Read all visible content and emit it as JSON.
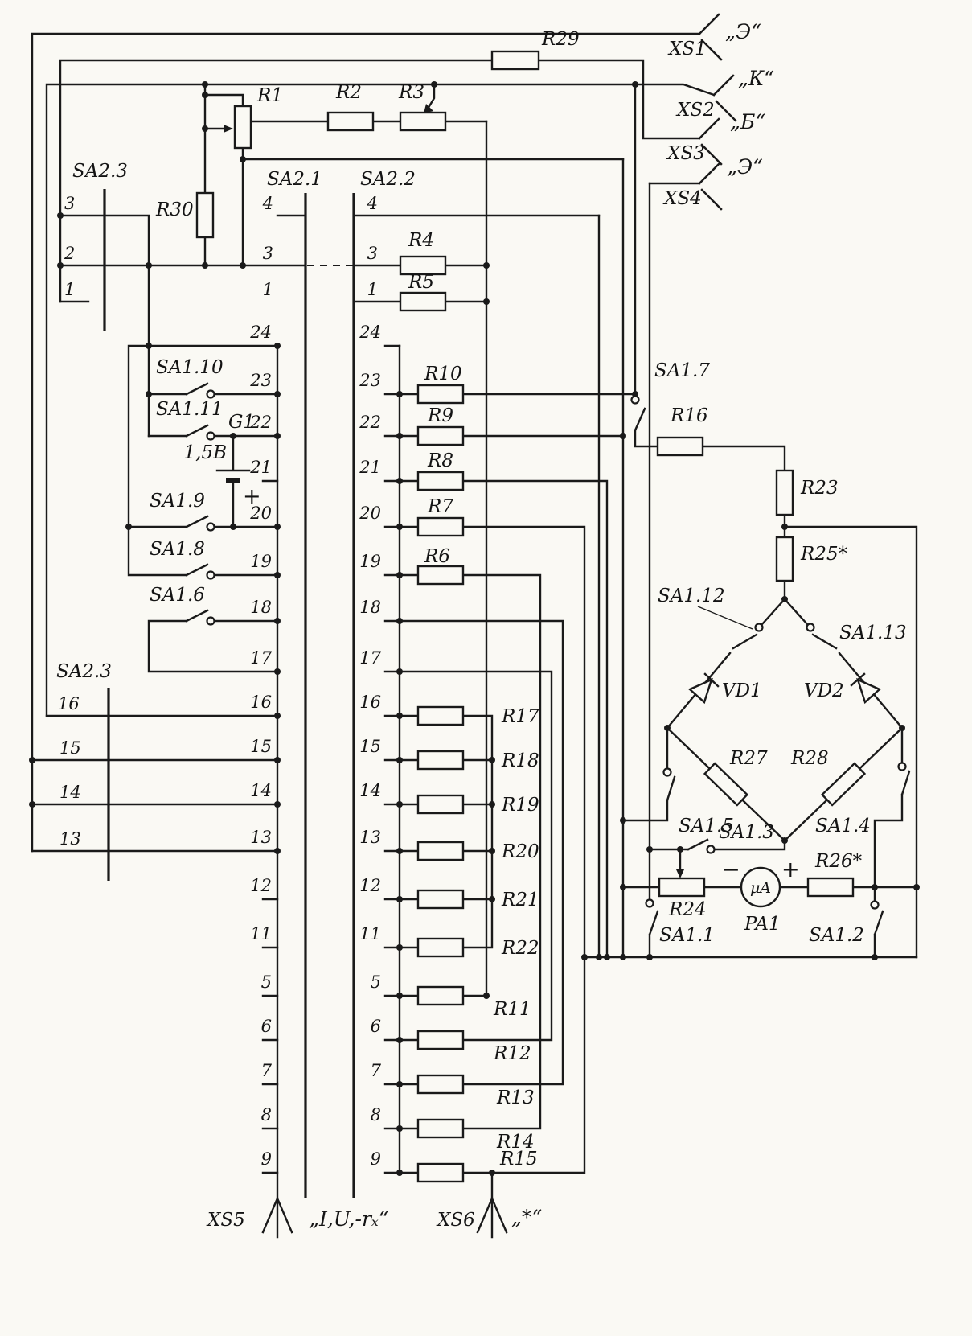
{
  "labels": {
    "r1": "R1",
    "r2": "R2",
    "r3": "R3",
    "r4": "R4",
    "r5": "R5",
    "r6": "R6",
    "r7": "R7",
    "r8": "R8",
    "r9": "R9",
    "r10": "R10",
    "r11": "R11",
    "r12": "R12",
    "r13": "R13",
    "r14": "R14",
    "r15": "R15",
    "r16": "R16",
    "r17": "R17",
    "r18": "R18",
    "r19": "R19",
    "r20": "R20",
    "r21": "R21",
    "r22": "R22",
    "r23": "R23",
    "r24": "R24",
    "r25": "R25*",
    "r26": "R26*",
    "r27": "R27",
    "r28": "R28",
    "r29": "R29",
    "r30": "R30",
    "sa1_1": "SA1.1",
    "sa1_2": "SA1.2",
    "sa1_3": "SA1.3",
    "sa1_4": "SA1.4",
    "sa1_5": "SA1.5",
    "sa1_6": "SA1.6",
    "sa1_7": "SA1.7",
    "sa1_8": "SA1.8",
    "sa1_9": "SA1.9",
    "sa1_10": "SA1.10",
    "sa1_11": "SA1.11",
    "sa1_12": "SA1.12",
    "sa1_13": "SA1.13",
    "sa2_1": "SA2.1",
    "sa2_2": "SA2.2",
    "sa2_3_top": "SA2.3",
    "sa2_3_bottom": "SA2.3",
    "g1": "G1",
    "g1_value": "1,5В",
    "battery_plus": "+",
    "vd1": "VD1",
    "vd2": "VD2",
    "pa1": "PA1",
    "meter_unit": "μA",
    "meter_minus": "−",
    "meter_plus": "+",
    "xs1": "XS1",
    "xs2": "XS2",
    "xs3": "XS3",
    "xs4": "XS4",
    "xs5": "XS5",
    "xs6": "XS6",
    "xs1_pin": "„Э“",
    "xs2_pin": "„К“",
    "xs3_pin": "„Б“",
    "xs4_pin": "„Э“",
    "xs5_caption": "„I,U,-rₓ“",
    "xs6_caption": "„*“"
  },
  "bus_numbers": [
    "24",
    "23",
    "22",
    "21",
    "20",
    "19",
    "18",
    "17",
    "16",
    "15",
    "14",
    "13",
    "12",
    "11",
    "5",
    "6",
    "7",
    "8",
    "9"
  ],
  "wafer_numbers": {
    "sa23_top": [
      "3",
      "2",
      "1"
    ],
    "sa21": [
      "4",
      "3",
      "1"
    ],
    "sa22": [
      "4",
      "3",
      "1"
    ],
    "sa23_bottom": [
      "16",
      "15",
      "14",
      "13"
    ]
  }
}
